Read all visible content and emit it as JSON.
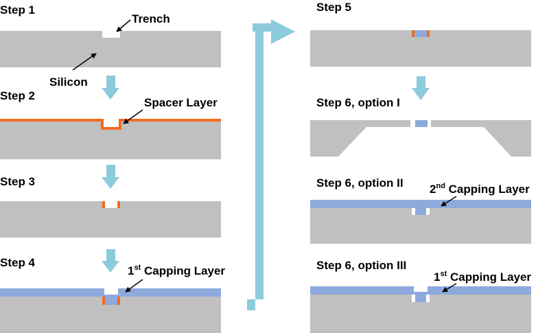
{
  "steps": {
    "s1": "Step 1",
    "s2": "Step 2",
    "s3": "Step 3",
    "s4": "Step 4",
    "s5": "Step 5",
    "s6a": "Step 6, option I",
    "s6b": "Step 6, option II",
    "s6c": "Step 6, option III"
  },
  "annotations": {
    "trench": "Trench",
    "silicon": "Silicon",
    "spacer": "Spacer Layer",
    "cap1_num": "1",
    "cap1_sup": "st",
    "cap1_text": " Capping Layer",
    "cap2_num": "2",
    "cap2_sup": "nd",
    "cap2_text": " Capping Layer",
    "cap1b_num": "1",
    "cap1b_sup": "st",
    "cap1b_text": " Capping Layer"
  },
  "colors": {
    "silicon": "#c0c0c0",
    "spacer": "#f26b1d",
    "capping": "#8eaadc",
    "arrow": "#8ccbdc"
  }
}
